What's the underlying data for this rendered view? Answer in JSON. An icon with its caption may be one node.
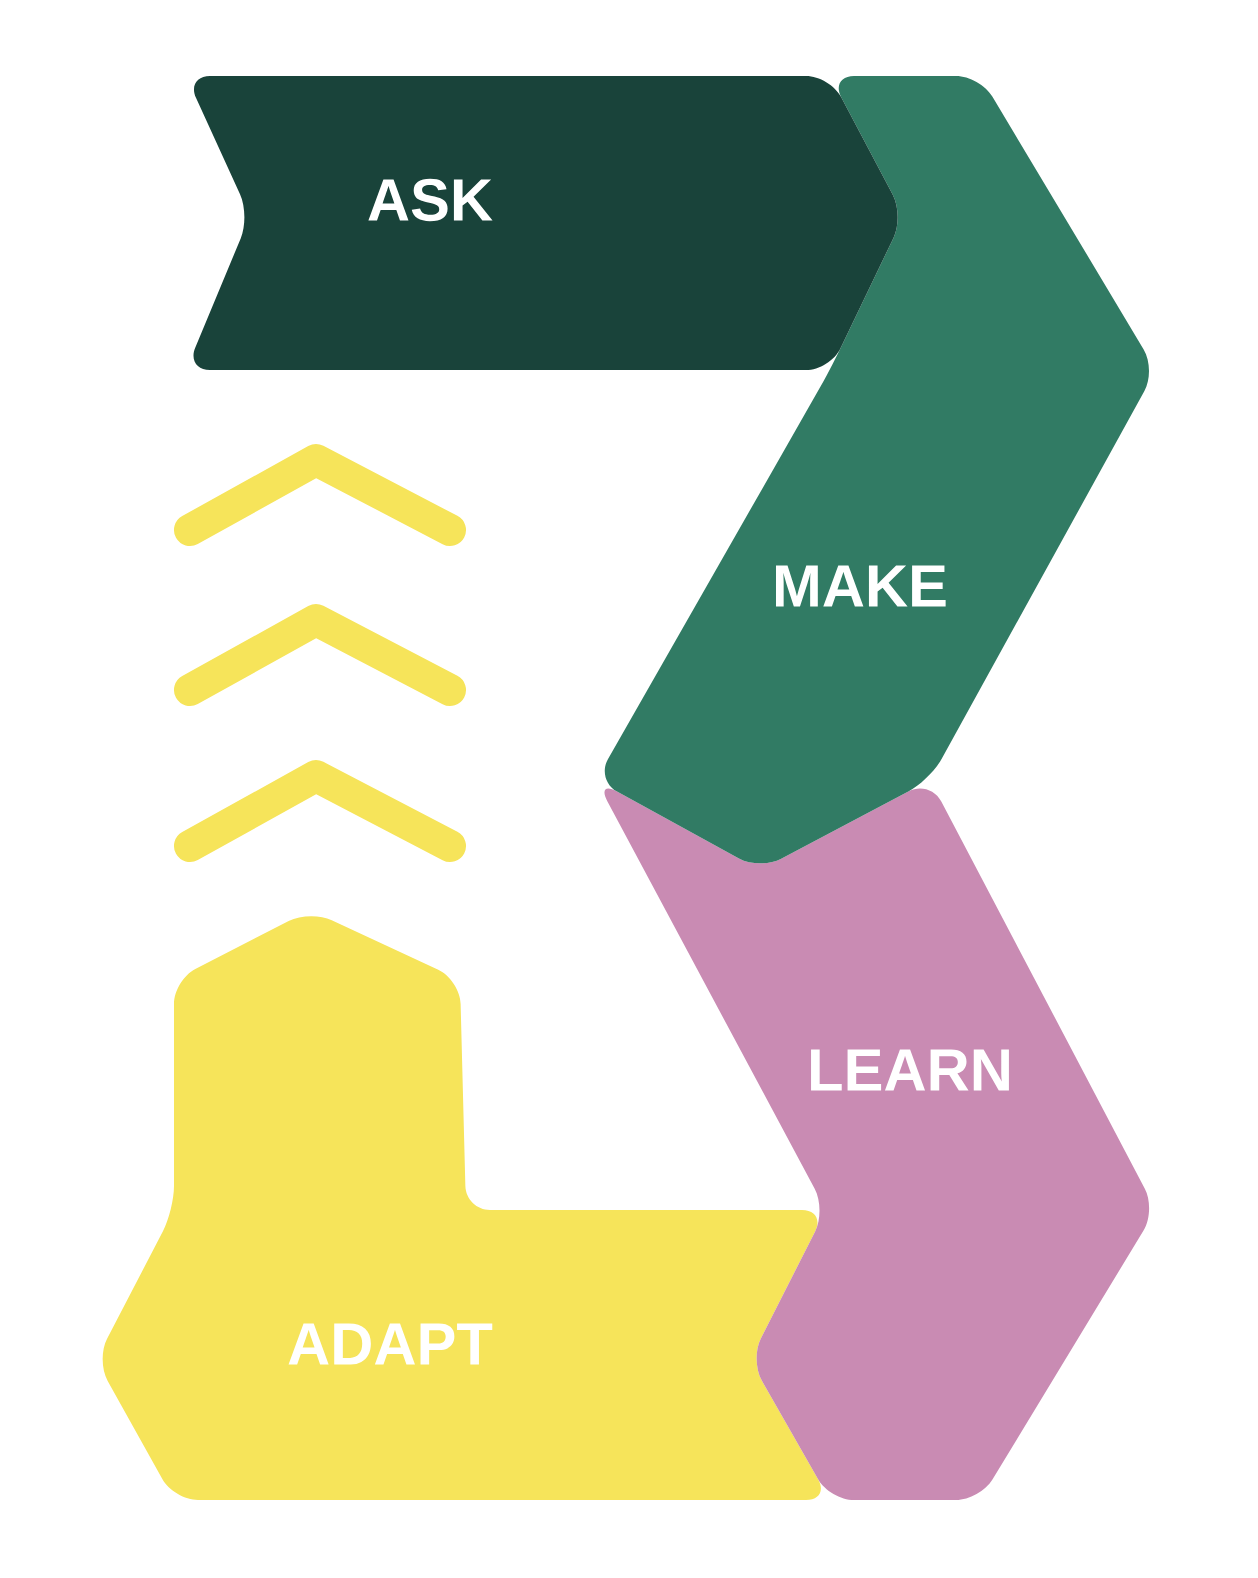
{
  "diagram": {
    "nodes": [
      {
        "text": [
          "ASK"
        ]
      },
      {
        "text": [
          "MAKE"
        ]
      },
      {
        "text": [
          "LEARN"
        ]
      },
      {
        "text": [
          "ADAPT"
        ]
      }
    ]
  }
}
